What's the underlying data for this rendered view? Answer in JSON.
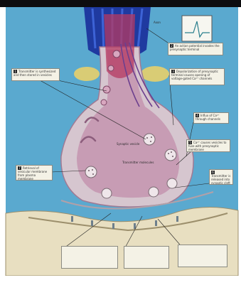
{
  "diagram": {
    "labels": {
      "axon": "Axon",
      "synaptic_vesicle": "Synaptic vesicle",
      "transmitter_molecules": "Transmitter molecules"
    },
    "callouts": [
      {
        "num": "1",
        "text": "Transmitter is synthesized and then stored in vesicles"
      },
      {
        "num": "2",
        "text": "An action potential invades the presynaptic terminal"
      },
      {
        "num": "3",
        "text": "Depolarization of presynaptic terminal causes opening of voltage-gated Ca²⁺ channels"
      },
      {
        "num": "4",
        "text": "Influx of Ca²⁺ through channels"
      },
      {
        "num": "5",
        "text": "Ca²⁺ causes vesicles to fuse with presynaptic membrane"
      },
      {
        "num": "6",
        "text": "Transmitter is released into synaptic cleft"
      },
      {
        "num": "7",
        "text": "Retrieval of vesicular membrane from plasma membrane"
      }
    ]
  }
}
